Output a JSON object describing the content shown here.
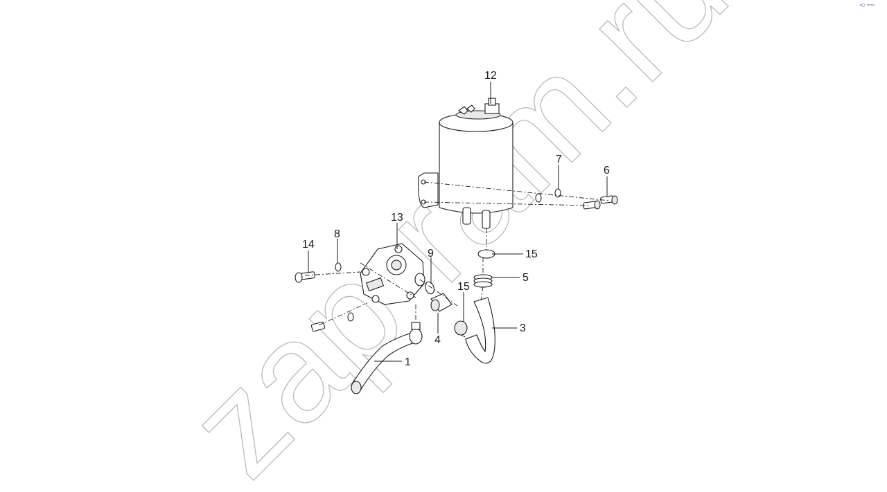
{
  "corner_mark": "▫□ ▫▫▫",
  "watermark": "zap-ram.ru",
  "labels": [
    {
      "id": "12",
      "text": "12"
    },
    {
      "id": "7",
      "text": "7"
    },
    {
      "id": "6",
      "text": "6"
    },
    {
      "id": "13",
      "text": "13"
    },
    {
      "id": "14",
      "text": "14"
    },
    {
      "id": "8",
      "text": "8"
    },
    {
      "id": "9",
      "text": "9"
    },
    {
      "id": "15a",
      "text": "15"
    },
    {
      "id": "5",
      "text": "5"
    },
    {
      "id": "15b",
      "text": "15"
    },
    {
      "id": "4",
      "text": "4"
    },
    {
      "id": "3",
      "text": "3"
    },
    {
      "id": "1",
      "text": "1"
    }
  ]
}
